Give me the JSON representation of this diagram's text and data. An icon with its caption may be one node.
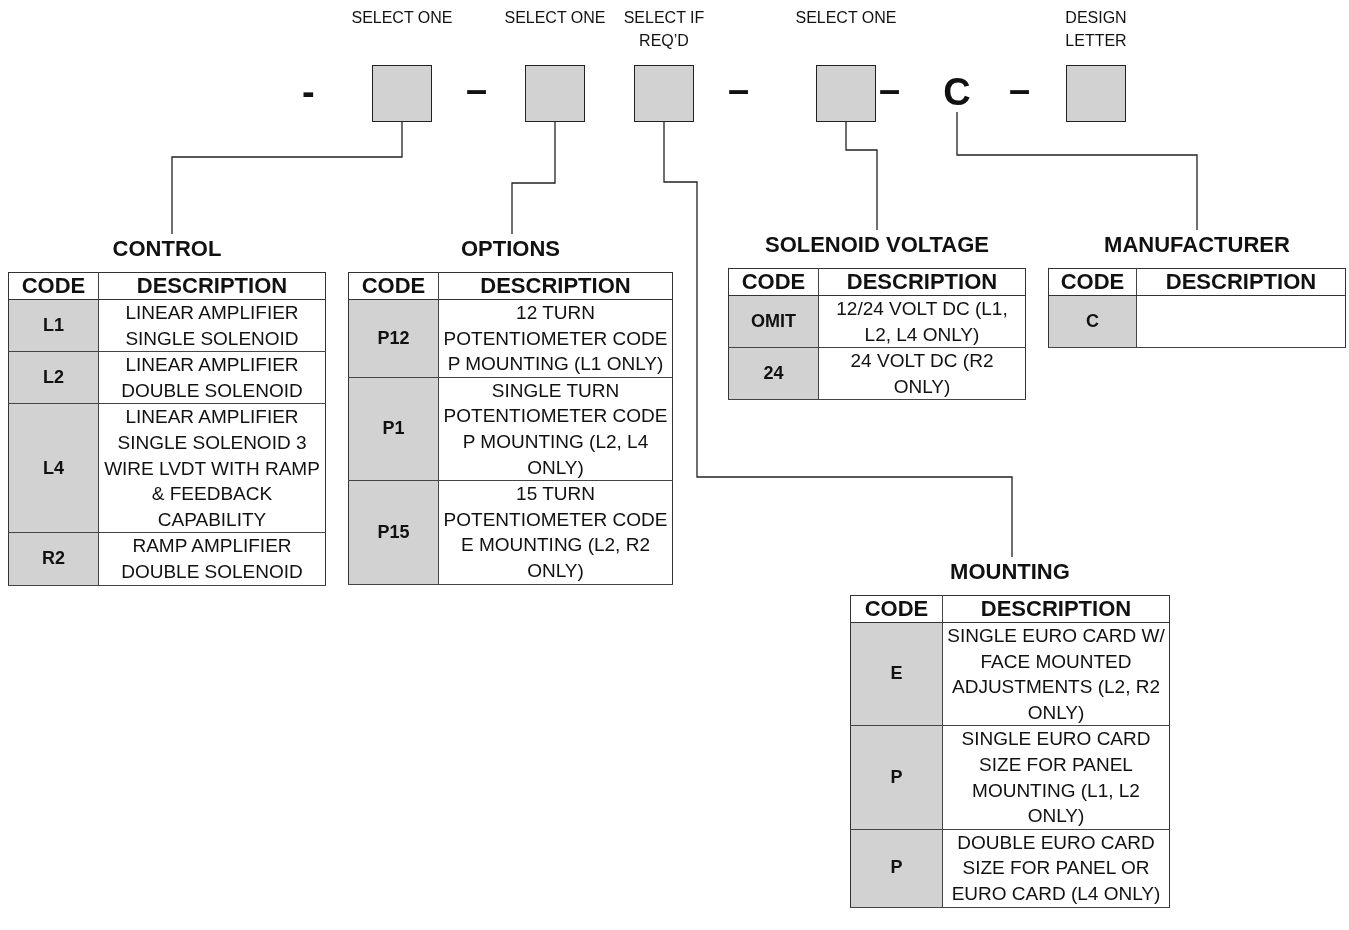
{
  "diagram": {
    "nodes": [
      {
        "text": [],
        "shape": "box",
        "beside": [
          "SELECT ONE"
        ]
      },
      {
        "text": [],
        "shape": "box",
        "beside": [
          "SELECT ONE"
        ]
      },
      {
        "text": [],
        "shape": "box",
        "beside": [
          "SELECT IF REQ’D"
        ]
      },
      {
        "text": [],
        "shape": "box",
        "beside": [
          "SELECT ONE"
        ]
      },
      {
        "text": [
          "C"
        ]
      },
      {
        "text": [],
        "shape": "box",
        "beside": [
          "DESIGN LETTER"
        ]
      },
      {
        "text": [
          "CONTROL",
          "CODE",
          "DESCRIPTION",
          "L1",
          "LINEAR AMPLIFIER SINGLE SOLENOID",
          "L2",
          "LINEAR AMPLIFIER DOUBLE SOLENOID",
          "L4",
          "LINEAR AMPLIFIER SINGLE SOLENOID 3 WIRE LVDT WITH RAMP & FEEDBACK CAPABILITY",
          "R2",
          "RAMP AMPLIFIER DOUBLE SOLENOID"
        ]
      },
      {
        "text": [
          "OPTIONS",
          "CODE",
          "DESCRIPTION",
          "P12",
          "12 TURN POTENTIOMETER CODE P MOUNTING (L1 ONLY)",
          "P1",
          "SINGLE TURN POTENTIOMETER CODE P MOUNTING (L2, L4 ONLY)",
          "P15",
          "15 TURN POTENTIOMETER CODE E MOUNTING (L2, R2 ONLY)"
        ]
      },
      {
        "text": [
          "SOLENOID VOLTAGE",
          "CODE",
          "DESCRIPTION",
          "OMIT",
          "12/24 VOLT DC (L1, L2, L4 ONLY)",
          "24",
          "24 VOLT DC (R2 ONLY)"
        ]
      },
      {
        "text": [
          "MANUFACTURER",
          "CODE",
          "DESCRIPTION",
          "C"
        ]
      },
      {
        "text": [
          "MOUNTING",
          "CODE",
          "DESCRIPTION",
          "E",
          "SINGLE EURO CARD W/ FACE MOUNTED ADJUSTMENTS (L2, R2 ONLY)",
          "P",
          "SINGLE EURO CARD SIZE FOR PANEL MOUNTING (L1, L2 ONLY)",
          "P",
          "DOUBLE EURO CARD SIZE FOR PANEL OR EURO CARD (L4 ONLY)"
        ]
      }
    ],
    "edges": [
      {
        "from": 0,
        "to": 6,
        "arrow": "none"
      },
      {
        "from": 1,
        "to": 7,
        "arrow": "none"
      },
      {
        "from": 2,
        "to": 10,
        "arrow": "none"
      },
      {
        "from": 3,
        "to": 8,
        "arrow": "none"
      },
      {
        "from": 4,
        "to": 9,
        "arrow": "none"
      }
    ],
    "labels": [
      "-",
      "–",
      "–",
      "–",
      "–"
    ]
  }
}
